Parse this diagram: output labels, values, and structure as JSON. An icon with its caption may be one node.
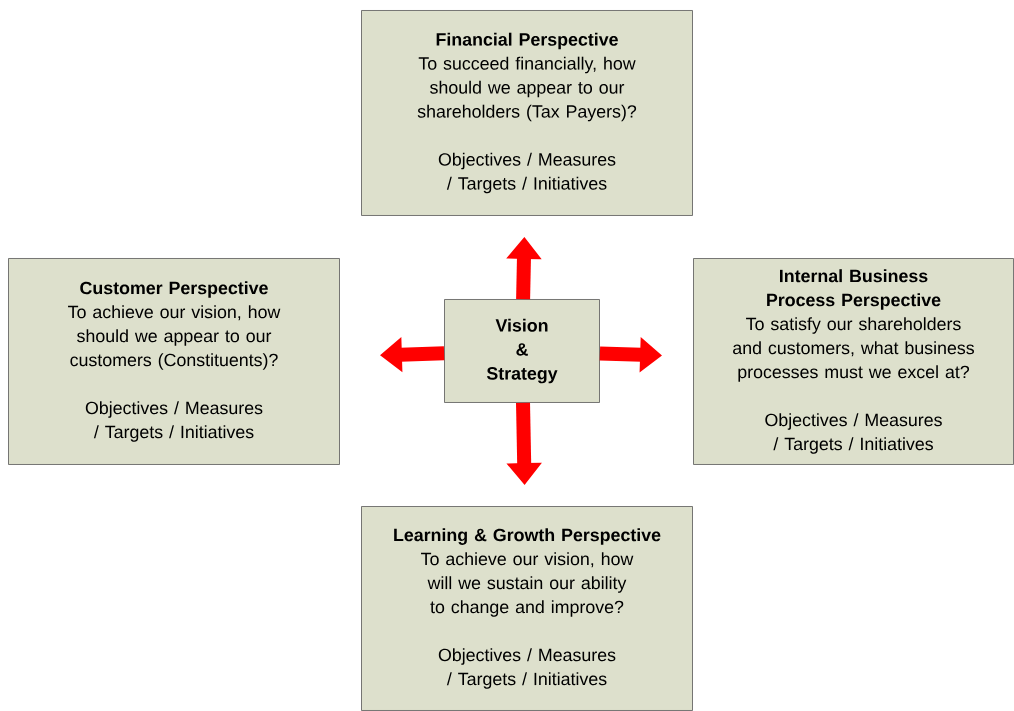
{
  "diagram": {
    "nodes": [
      {
        "text": [
          "Financial Perspective",
          "To succeed financially, how should we appear to our shareholders (Tax Payers)?",
          "Objectives / Measures / Targets / Initiatives"
        ]
      },
      {
        "text": [
          "Customer Perspective",
          "To achieve our vision, how should we appear to our customers (Constituents)?",
          "Objectives / Measures / Targets / Initiatives"
        ]
      },
      {
        "text": [
          "Vision & Strategy"
        ]
      },
      {
        "text": [
          "Internal Business Process Perspective",
          "To satisfy our shareholders and customers, what business processes must we excel at?",
          "Objectives / Measures / Targets / Initiatives"
        ]
      },
      {
        "text": [
          "Learning & Growth Perspective",
          "To achieve our vision, how will we sustain our ability to change and improve?",
          "Objectives / Measures / Targets / Initiatives"
        ]
      }
    ],
    "edges": [
      {
        "from": 2,
        "to": 0,
        "arrow": "to"
      },
      {
        "from": 2,
        "to": 1,
        "arrow": "to"
      },
      {
        "from": 2,
        "to": 3,
        "arrow": "to"
      },
      {
        "from": 2,
        "to": 4,
        "arrow": "to"
      }
    ]
  }
}
